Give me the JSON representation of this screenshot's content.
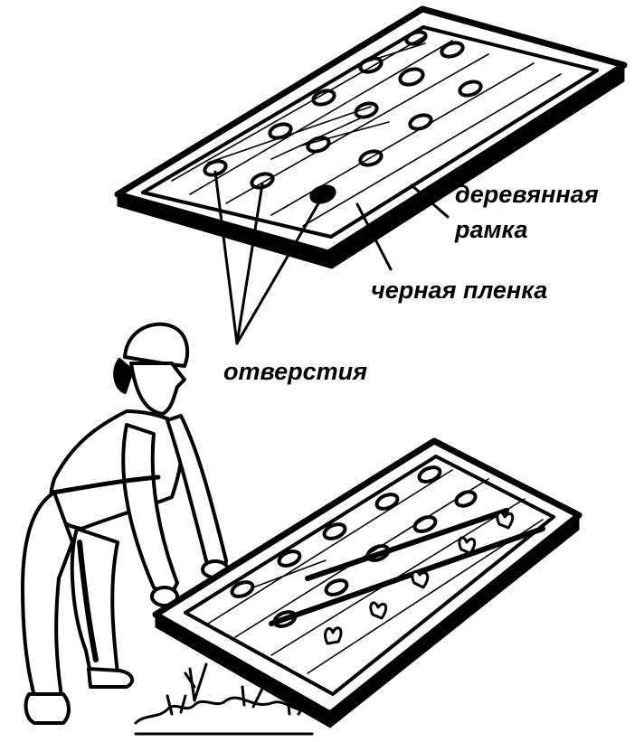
{
  "labels": {
    "wooden_frame_line1": "деревянная",
    "wooden_frame_line2": "рамка",
    "black_film": "черная пленка",
    "holes": "отверстия"
  },
  "colors": {
    "ink": "#000000",
    "paper": "#ffffff"
  }
}
